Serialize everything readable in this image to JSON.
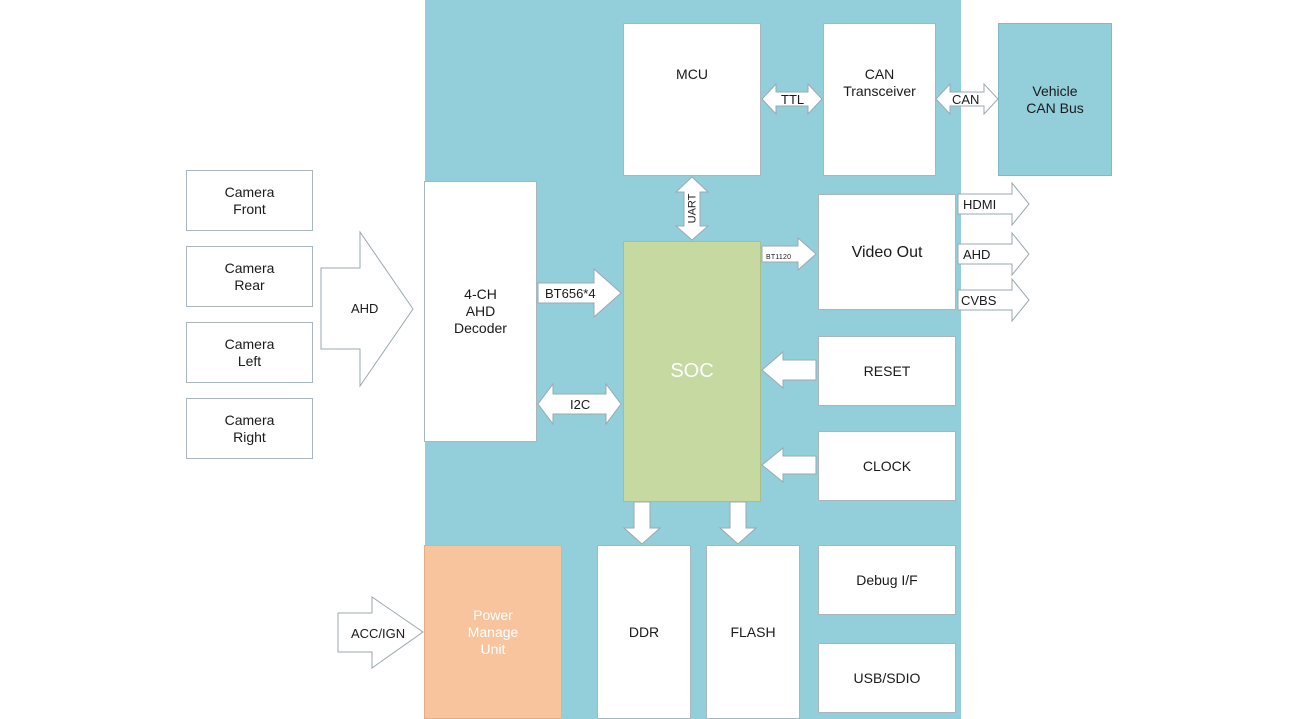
{
  "cameras": [
    {
      "label": "Camera\nFront"
    },
    {
      "label": "Camera\nRear"
    },
    {
      "label": "Camera\nLeft"
    },
    {
      "label": "Camera\nRight"
    }
  ],
  "blocks": {
    "decoder": "4-CH\nAHD\nDecoder",
    "mcu": "MCU",
    "can_transceiver": "CAN\nTransceiver",
    "vehicle_can_bus": "Vehicle\nCAN Bus",
    "soc": "SOC",
    "video_out": "Video Out",
    "reset": "RESET",
    "clock": "CLOCK",
    "debug": "Debug I/F",
    "usb_sdio": "USB/SDIO",
    "ddr": "DDR",
    "flash": "FLASH",
    "pmu": "Power\nManage\nUnit"
  },
  "links": {
    "ahd_in": "AHD",
    "bt656": "BT656*4",
    "i2c": "I2C",
    "uart": "UART",
    "ttl": "TTL",
    "can": "CAN",
    "bt1120": "BT1120",
    "hdmi": "HDMI",
    "ahd_out": "AHD",
    "cvbs": "CVBS",
    "acc_ign": "ACC/IGN"
  },
  "colors": {
    "board": "#93cedb",
    "soc": "#c5d9a0",
    "pmu": "#f7c49d",
    "box_border": "#a9b6bd",
    "arrow_stroke": "#9aa9b1"
  }
}
